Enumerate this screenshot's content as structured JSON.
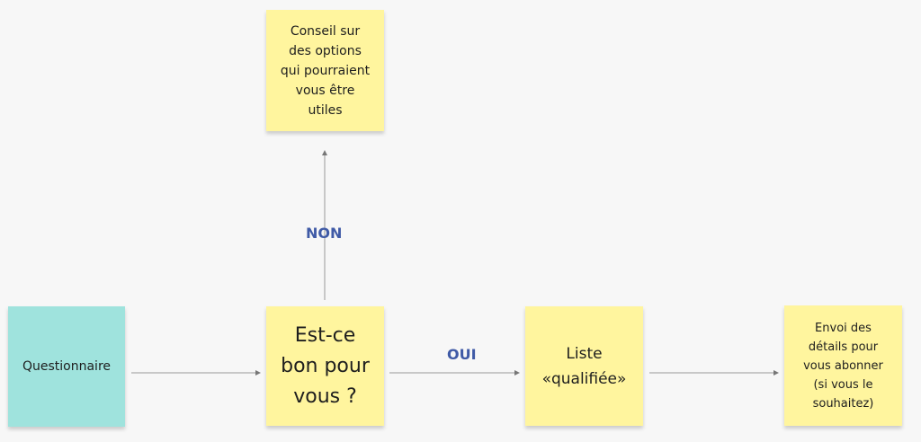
{
  "diagram": {
    "nodes": {
      "questionnaire": "Questionnaire",
      "question": "Est-ce\nbon pour\nvous ?",
      "conseil": "Conseil sur\ndes options\nqui pourraient\nvous être\nutiles",
      "liste": "Liste\n«qualifiée»",
      "envoi": "Envoi des\ndétails pour\nvous abonner\n(si vous le\nsouhaitez)"
    },
    "edge_labels": {
      "non": "NON",
      "oui": "OUI"
    }
  },
  "colors": {
    "sticky_yellow": "#fff59e",
    "sticky_teal": "#9fe3dd",
    "edge_label": "#3f5aa6",
    "connector": "#9a9a9a",
    "background": "#f7f7f7"
  }
}
